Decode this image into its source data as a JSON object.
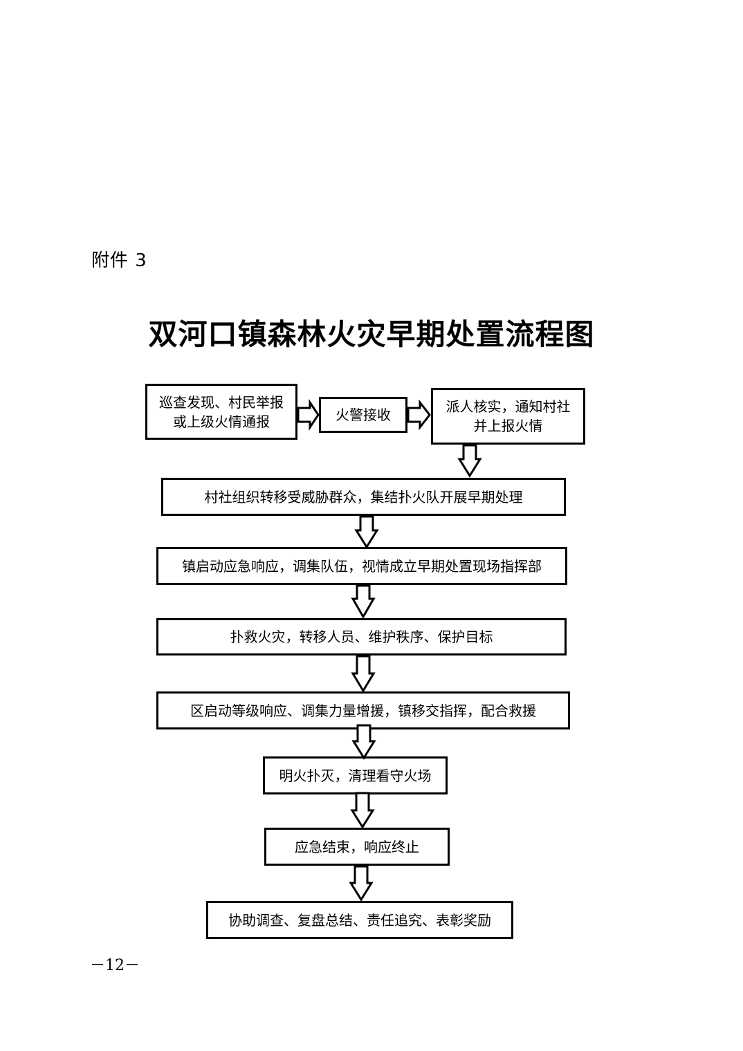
{
  "attachment_label": "附件 3",
  "title": "双河口镇森林火灾早期处置流程图",
  "flowchart": {
    "report_source_line1": "巡查发现、村民举报",
    "report_source_line2": "或上级火情通报",
    "alarm_receive": "火警接收",
    "verify_line1": "派人核实，通知村社",
    "verify_line2": "并上报火情",
    "village_evacuate": "村社组织转移受威胁群众，集结扑火队开展早期处理",
    "town_response": "镇启动应急响应，调集队伍，视情成立早期处置现场指挥部",
    "suppress": "扑救火灾，转移人员、维护秩序、保护目标",
    "district_response": "区启动等级响应、调集力量增援，镇移交指挥，配合救援",
    "mop_up": "明火扑灭，清理看守火场",
    "end_response": "应急结束，响应终止",
    "follow_up": "协助调查、复盘总结、责任追究、表彰奖励"
  },
  "page_number": "－12－"
}
